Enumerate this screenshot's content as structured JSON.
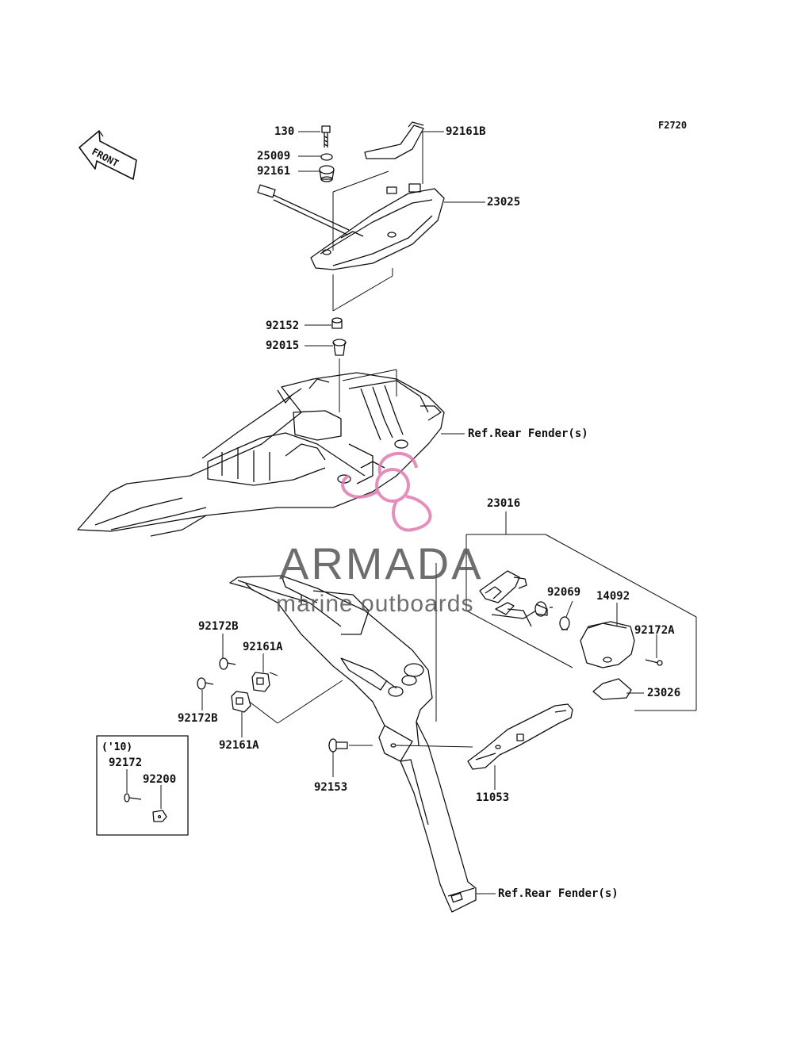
{
  "diagram_code": "F2720",
  "front_label": "FRONT",
  "watermark": {
    "title": "ARMADA",
    "subtitle": "marine outboards",
    "color": "#e07bb0"
  },
  "inset_note": "('10)",
  "labels": {
    "p130": "130",
    "p92161B": "92161B",
    "p25009": "25009",
    "p92161": "92161",
    "p23025": "23025",
    "p92152": "92152",
    "p92015": "92015",
    "ref_rear_fender_top": "Ref.Rear Fender(s)",
    "p23016": "23016",
    "p92069": "92069",
    "p14092": "14092",
    "p92172A": "92172A",
    "p23026": "23026",
    "p92172B_top": "92172B",
    "p92161A_top": "92161A",
    "p92172B_bottom": "92172B",
    "p92161A_bottom": "92161A",
    "p92153": "92153",
    "p11053": "11053",
    "p92172": "92172",
    "p92200": "92200",
    "ref_rear_fender_bottom": "Ref.Rear Fender(s)"
  }
}
